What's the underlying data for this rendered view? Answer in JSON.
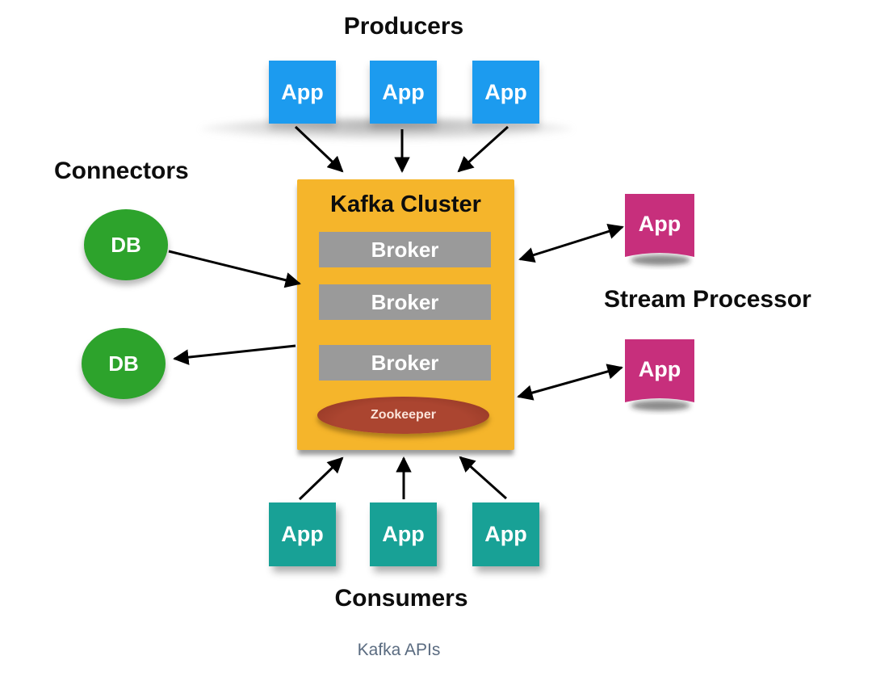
{
  "producers": {
    "label": "Producers",
    "apps": [
      "App",
      "App",
      "App"
    ]
  },
  "connectors": {
    "label": "Connectors",
    "dbs": [
      "DB",
      "DB"
    ]
  },
  "cluster": {
    "title": "Kafka Cluster",
    "brokers": [
      "Broker",
      "Broker",
      "Broker"
    ],
    "zookeeper": "Zookeeper"
  },
  "stream_processor": {
    "label": "Stream Processor",
    "apps": [
      "App",
      "App"
    ]
  },
  "consumers": {
    "label": "Consumers",
    "apps": [
      "App",
      "App",
      "App"
    ]
  },
  "caption": "Kafka APIs",
  "colors": {
    "producer_app": "#1c9bef",
    "consumer_app": "#18a196",
    "stream_app": "#c72f7c",
    "db": "#2da32c",
    "cluster_box": "#f5b52b",
    "broker_bar": "#9a9a9a",
    "zookeeper": "#a3412c",
    "heading_text": "#0d0d0d",
    "caption_text": "#5a6b80",
    "arrow": "#000000"
  }
}
